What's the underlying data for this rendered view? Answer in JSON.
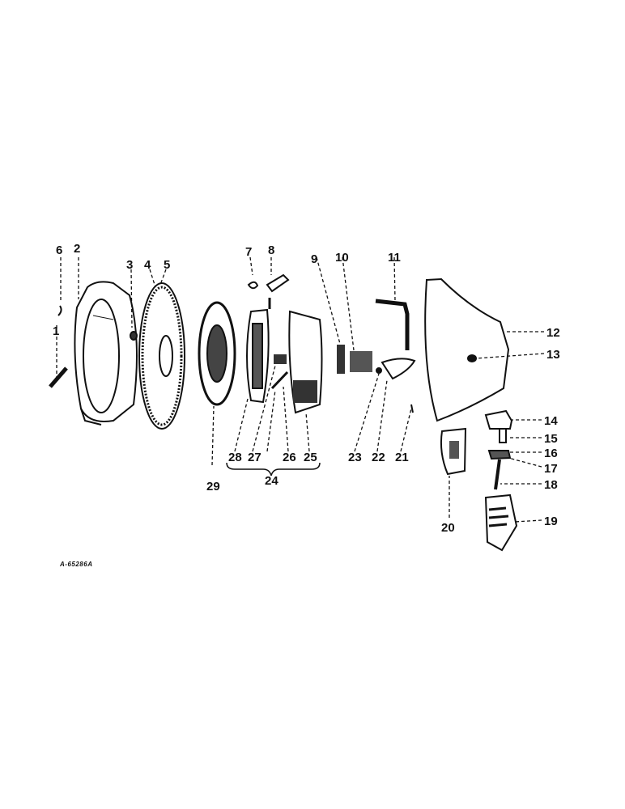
{
  "diagram": {
    "type": "exploded-parts-diagram",
    "reference_code": "A-65286A",
    "callouts": [
      {
        "id": "1",
        "label": "1"
      },
      {
        "id": "2",
        "label": "2"
      },
      {
        "id": "3",
        "label": "3"
      },
      {
        "id": "4",
        "label": "4"
      },
      {
        "id": "5",
        "label": "5"
      },
      {
        "id": "6",
        "label": "6"
      },
      {
        "id": "7",
        "label": "7"
      },
      {
        "id": "8",
        "label": "8"
      },
      {
        "id": "9",
        "label": "9"
      },
      {
        "id": "10",
        "label": "10"
      },
      {
        "id": "11",
        "label": "11"
      },
      {
        "id": "12",
        "label": "12"
      },
      {
        "id": "13",
        "label": "13"
      },
      {
        "id": "14",
        "label": "14"
      },
      {
        "id": "15",
        "label": "15"
      },
      {
        "id": "16",
        "label": "16"
      },
      {
        "id": "17",
        "label": "17"
      },
      {
        "id": "18",
        "label": "18"
      },
      {
        "id": "19",
        "label": "19"
      },
      {
        "id": "20",
        "label": "20"
      },
      {
        "id": "21",
        "label": "21"
      },
      {
        "id": "22",
        "label": "22"
      },
      {
        "id": "23",
        "label": "23"
      },
      {
        "id": "24",
        "label": "24"
      },
      {
        "id": "25",
        "label": "25"
      },
      {
        "id": "26",
        "label": "26"
      },
      {
        "id": "27",
        "label": "27"
      },
      {
        "id": "28",
        "label": "28"
      },
      {
        "id": "29",
        "label": "29"
      }
    ]
  }
}
